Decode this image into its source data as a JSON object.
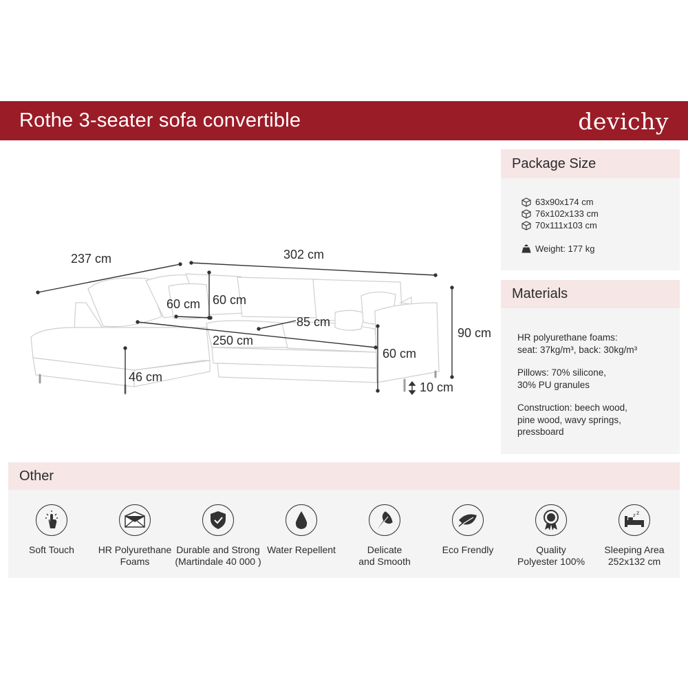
{
  "header": {
    "title": "Rothe 3-seater sofa convertible",
    "brand": "devichy"
  },
  "package": {
    "title": "Package Size",
    "boxes": [
      "63x90x174 cm",
      "76x102x133 cm",
      "70x111x103 cm"
    ],
    "weight": "Weight: 177 kg"
  },
  "materials": {
    "title": "Materials",
    "foam_line1": "HR polyurethane foams:",
    "foam_line2": "seat: 37kg/m³, back: 30kg/m³",
    "pillows_line1": "Pillows: 70% silicone,",
    "pillows_line2": "30% PU granules",
    "construction_line1": "Construction: beech wood,",
    "construction_line2": "pine wood, wavy springs,",
    "construction_line3": "pressboard"
  },
  "dimensions": {
    "depth_long": "237 cm",
    "width": "302 cm",
    "pillow_w": "60 cm",
    "pillow_h": "60 cm",
    "seat_depth": "85 cm",
    "height": "90 cm",
    "seat_width": "250 cm",
    "arm_height": "60 cm",
    "seat_height": "46 cm",
    "leg_height": "10 cm"
  },
  "other": {
    "title": "Other",
    "features": [
      {
        "icon": "touch-icon",
        "label": "Soft Touch"
      },
      {
        "icon": "foam-icon",
        "label": "HR Polyurethane\nFoams"
      },
      {
        "icon": "shield-icon",
        "label": "Durable and Strong\n(Martindale 40 000 )"
      },
      {
        "icon": "water-drop-icon",
        "label": "Water Repellent"
      },
      {
        "icon": "feather-icon",
        "label": "Delicate\nand Smooth"
      },
      {
        "icon": "leaf-icon",
        "label": "Eco Frendly"
      },
      {
        "icon": "quality-badge-icon",
        "label": "Quality\nPolyester 100%"
      },
      {
        "icon": "bed-icon",
        "label": "Sleeping Area\n252x132 cm"
      }
    ]
  }
}
